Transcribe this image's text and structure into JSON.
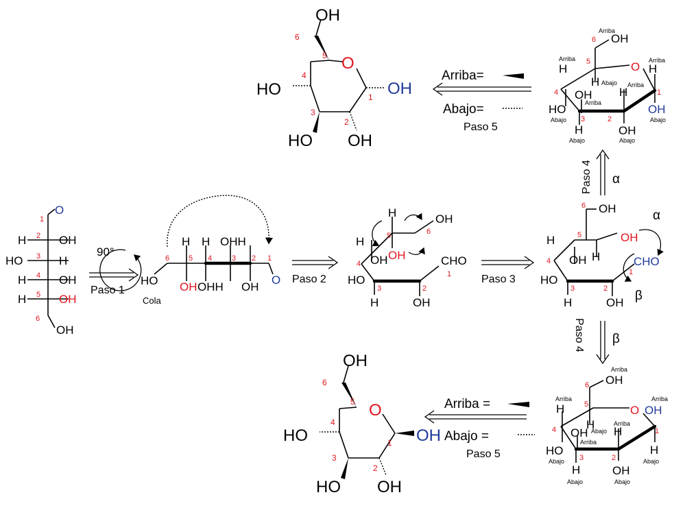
{
  "atoms": {
    "O": "O",
    "OH": "OH",
    "HO": "HO",
    "H": "H",
    "CHO": "CHO",
    "OHH": "OHH",
    "n1": "1",
    "n2": "2",
    "n3": "3",
    "n4": "4",
    "n5": "5",
    "n6": "6"
  },
  "labels": {
    "deg": "90°",
    "paso1": "Paso 1",
    "paso2": "Paso 2",
    "paso3": "Paso 3",
    "paso4": "Paso 4",
    "paso5": "Paso 5",
    "cola": "Cola",
    "alpha": "α",
    "beta": "β",
    "arriba": "Arriba",
    "abajo": "Abajo",
    "arriba_eq_top": "Arriba=",
    "abajo_eq_top": "Abajo=",
    "arriba_eq_bot": "Arriba =",
    "abajo_eq_bot": "Abajo ="
  },
  "colors": {
    "black": "#000000",
    "red": "#e0141e",
    "blue": "#1f3a9a"
  }
}
